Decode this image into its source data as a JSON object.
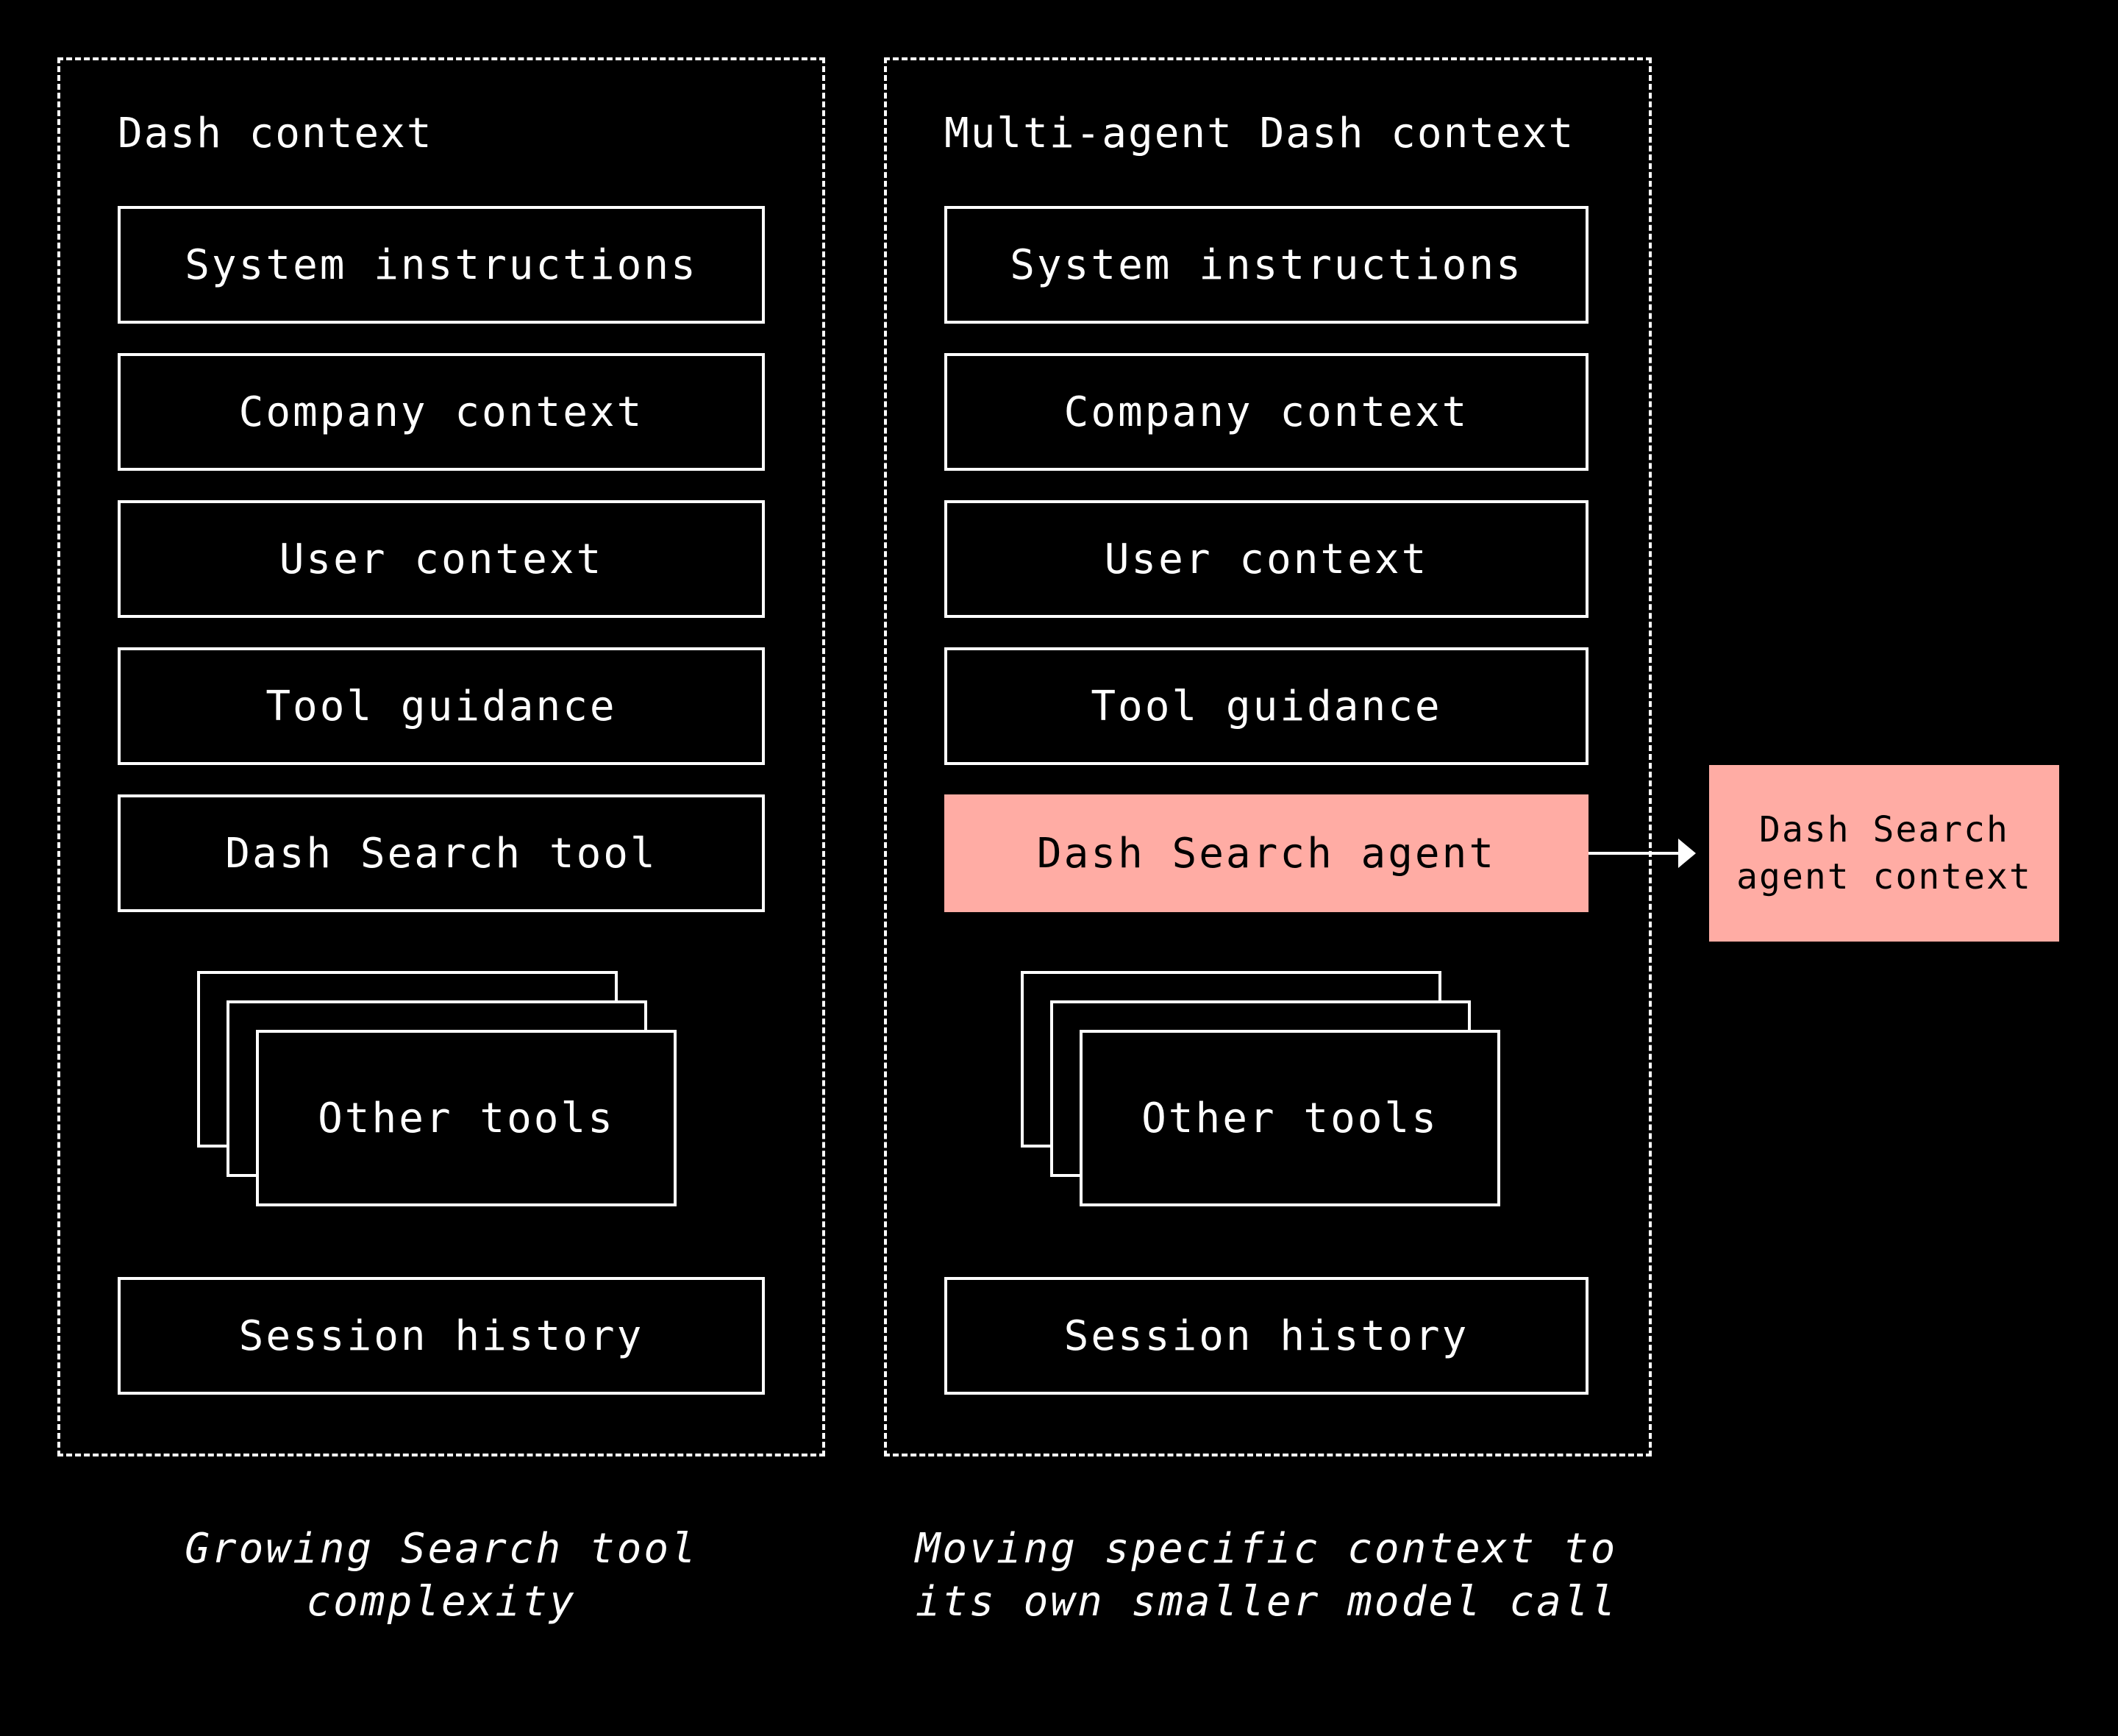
{
  "colors": {
    "background": "#000000",
    "foreground": "#ffffff",
    "highlight": "#ffaca4",
    "highlight_text": "#000000"
  },
  "left": {
    "title": "Dash context",
    "items": [
      "System instructions",
      "Company context",
      "User context",
      "Tool guidance",
      "Dash Search tool"
    ],
    "other_tools": "Other tools",
    "session": "Session history",
    "caption_line1": "Growing Search tool",
    "caption_line2": "complexity"
  },
  "right": {
    "title": "Multi-agent Dash context",
    "items": [
      "System instructions",
      "Company context",
      "User context",
      "Tool guidance",
      "Dash Search agent"
    ],
    "other_tools": "Other tools",
    "session": "Session history",
    "caption_line1": "Moving specific context to",
    "caption_line2": "its own smaller model call"
  },
  "side": {
    "line1": "Dash Search",
    "line2": "agent context"
  }
}
